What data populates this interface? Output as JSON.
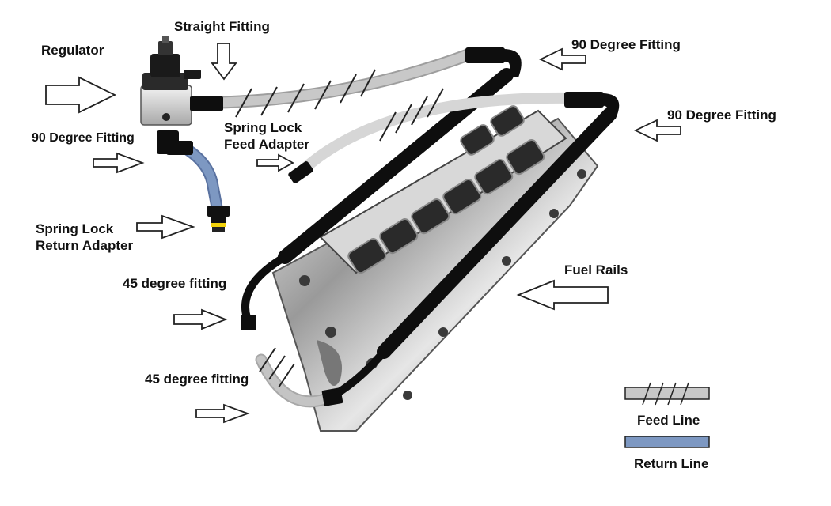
{
  "labels": {
    "regulator": "Regulator",
    "straight_fitting": "Straight Fitting",
    "ninety_fitting_top": "90 Degree Fitting",
    "ninety_fitting_right": "90 Degree Fitting",
    "ninety_fitting_left": "90 Degree Fitting",
    "spring_lock_feed_line1": "Spring Lock",
    "spring_lock_feed_line2": "Feed Adapter",
    "spring_lock_return_line1": "Spring Lock",
    "spring_lock_return_line2": "Return Adapter",
    "fuel_rails": "Fuel Rails",
    "fortyfive_fitting_upper": "45 degree fitting",
    "fortyfive_fitting_lower": "45 degree fitting"
  },
  "legend": {
    "feed_line": "Feed Line",
    "return_line": "Return Line"
  },
  "colors": {
    "feed_line": "#c8c8c8",
    "return_line": "#7d98c2",
    "fitting": "#111111",
    "arrow_stroke": "#222222"
  }
}
